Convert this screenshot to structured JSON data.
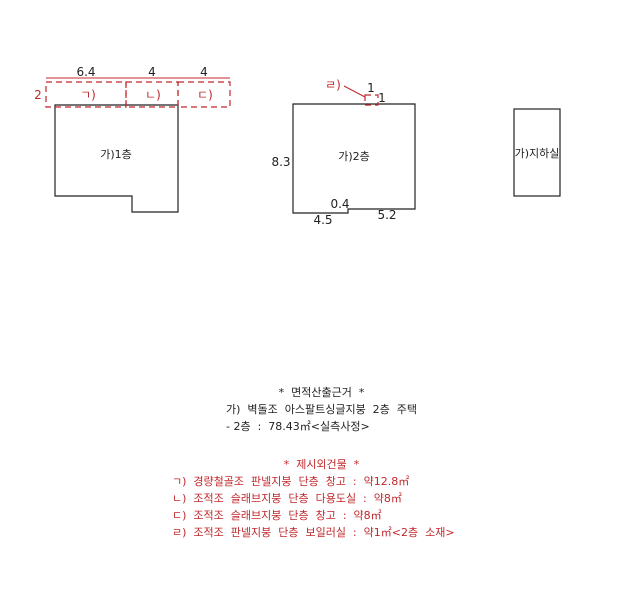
{
  "drawing": {
    "building_1f": {
      "label": "가)1층"
    },
    "building_2f": {
      "label": "가)2층"
    },
    "basement": {
      "label": "가)지하실"
    },
    "annex_dims": {
      "left": "2",
      "a_width": "6.4",
      "b_width": "4",
      "c_width": "4",
      "a_label": "ㄱ)",
      "b_label": "ㄴ)",
      "c_label": "ㄷ)"
    },
    "dims_2f": {
      "height": "8.3",
      "notch_depth": "0.4",
      "bottom_left": "4.5",
      "bottom_right": "5.2",
      "d_label": "ㄹ)",
      "d_top": "1",
      "d_side": "1"
    }
  },
  "notes": {
    "title": "*  면적산출근거  *",
    "main": "가)  벽돌조  아스팔트싱글지붕  2층  주택",
    "main_area": "- 2층  :  78.43㎡<실측사정>",
    "extra_title": "*  제시외건물  *",
    "extra": [
      "ㄱ)  경량철골조  판넬지붕  단층  창고  :  약12.8㎡",
      "ㄴ)  조적조  슬래브지붕  단층  다용도실  :  약8㎡",
      "ㄷ)  조적조  슬래브지붕  단층  창고  :  약8㎡",
      "ㄹ)  조적조  판넬지붕  단층  보일러실  :  약1㎡<2층  소재>"
    ]
  },
  "colors": {
    "line": "#222222",
    "annex": "#c0282d"
  }
}
